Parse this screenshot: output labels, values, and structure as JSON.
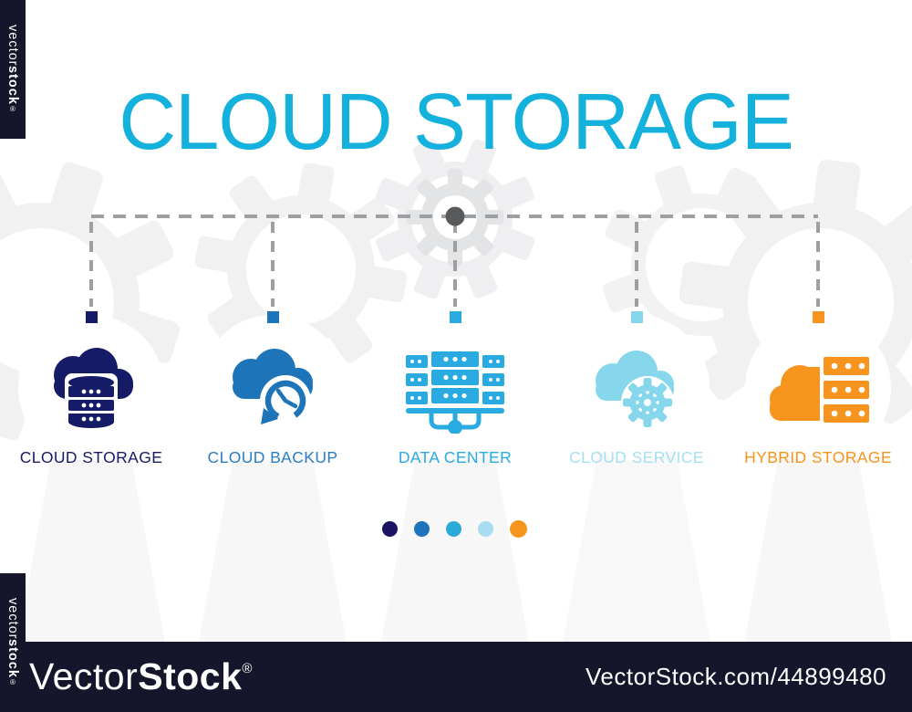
{
  "title": "CLOUD STORAGE",
  "title_color": "#14b1dd",
  "steps": [
    {
      "label": "CLOUD STORAGE",
      "color": "#151b67",
      "label_color": "#1b1a66",
      "icon": "cloud-database-icon"
    },
    {
      "label": "CLOUD BACKUP",
      "color": "#1e74b8",
      "label_color": "#2b7ec2",
      "icon": "cloud-backup-restore-icon"
    },
    {
      "label": "DATA CENTER",
      "color": "#29abe2",
      "label_color": "#29abe2",
      "icon": "server-rack-network-icon"
    },
    {
      "label": "CLOUD SERVICE",
      "color": "#86d7ec",
      "label_color": "#a5e0f2",
      "icon": "cloud-gear-icon"
    },
    {
      "label": "HYBRID STORAGE",
      "color": "#f7941d",
      "label_color": "#f7941d",
      "icon": "cloud-server-icon"
    }
  ],
  "pagination_dots": [
    "#1b1464",
    "#1c75bc",
    "#2aabd6",
    "#a8dcf0",
    "#f7941d"
  ],
  "connector": {
    "line_color": "#9da0a3",
    "hub_color": "#58595b"
  },
  "watermark": {
    "bar_color": "#15152b",
    "logo_prefix": "Vector",
    "logo_suffix": "Stock",
    "logo_reg": "®",
    "ribbon_prefix": "vector",
    "ribbon_suffix": "stock",
    "ribbon_reg": "®",
    "site_ref": "VectorStock.com/44899480"
  }
}
